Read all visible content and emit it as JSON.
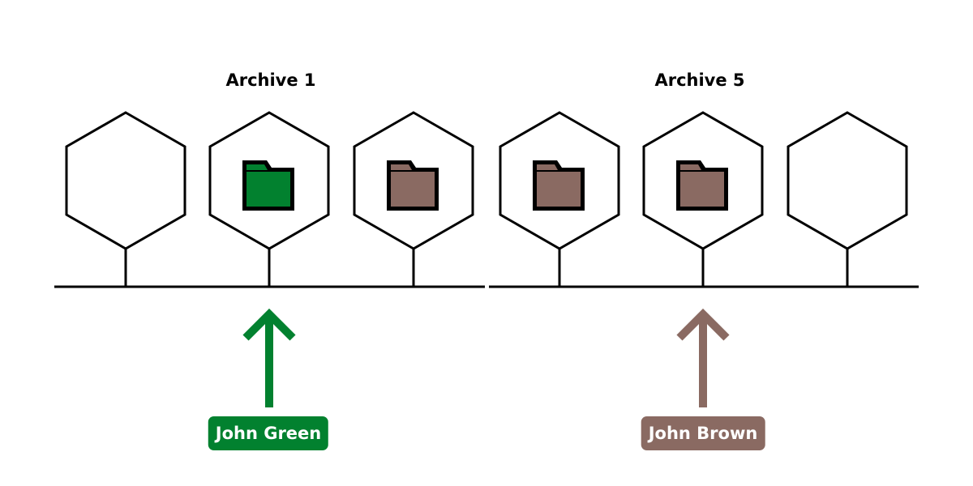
{
  "colors": {
    "green": "#02812f",
    "brown": "#8a6a62",
    "outline": "#000000"
  },
  "groups": [
    {
      "title": "Archive 1"
    },
    {
      "title": "Archive 5"
    }
  ],
  "slots": [
    {
      "folder": null,
      "icon": ""
    },
    {
      "folder": "green",
      "icon": "folder-icon"
    },
    {
      "folder": "brown",
      "icon": "folder-icon"
    },
    {
      "folder": "brown",
      "icon": "folder-icon"
    },
    {
      "folder": "brown",
      "icon": "folder-icon"
    },
    {
      "folder": null,
      "icon": ""
    }
  ],
  "people": [
    {
      "name": "John Green",
      "color": "green",
      "points_to_slot": 1,
      "icon": "up-arrow-icon"
    },
    {
      "name": "John Brown",
      "color": "brown",
      "points_to_slot": 4,
      "icon": "up-arrow-icon"
    }
  ]
}
